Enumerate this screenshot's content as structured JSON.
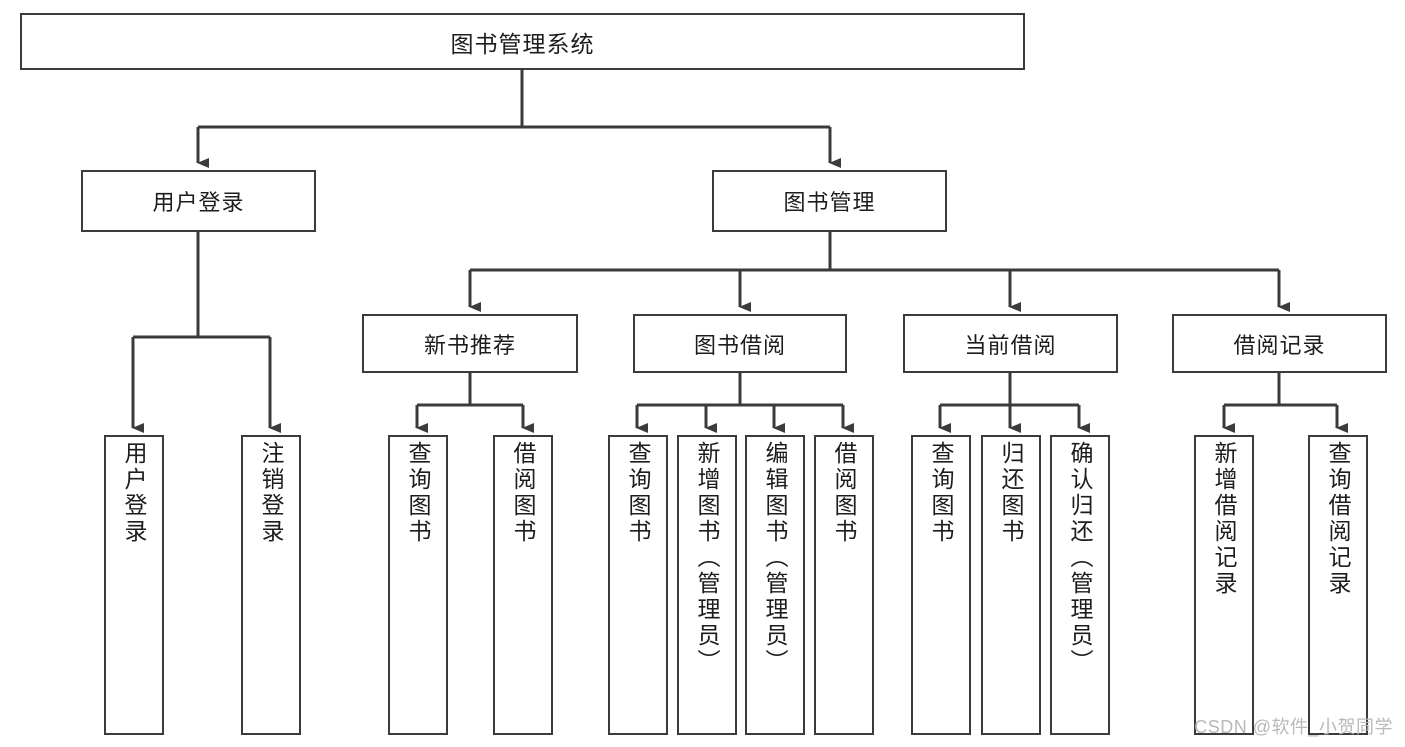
{
  "diagram": {
    "title": "图书管理系统",
    "type": "tree-hierarchy-diagram",
    "watermark": "CSDN @软件_小贺同学",
    "style": {
      "border_color": "#3b3b3b",
      "fill_color": "#ffffff",
      "text_color": "#1d1d1d",
      "background": "#ffffff",
      "watermark_color": "#b9b9b9"
    },
    "root": {
      "label": "图书管理系统"
    },
    "level2": [
      {
        "label": "用户登录"
      },
      {
        "label": "图书管理"
      }
    ],
    "level3": [
      {
        "label": "新书推荐"
      },
      {
        "label": "图书借阅"
      },
      {
        "label": "当前借阅"
      },
      {
        "label": "借阅记录"
      }
    ],
    "leaves": {
      "user_login": [
        {
          "label": "用户登录"
        },
        {
          "label": "注销登录"
        }
      ],
      "new_book": [
        {
          "label": "查询图书"
        },
        {
          "label": "借阅图书"
        }
      ],
      "book_borrow": [
        {
          "label": "查询图书"
        },
        {
          "label": "新增图书（管理员）"
        },
        {
          "label": "编辑图书（管理员）"
        },
        {
          "label": "借阅图书"
        }
      ],
      "current_borrow": [
        {
          "label": "查询图书"
        },
        {
          "label": "归还图书"
        },
        {
          "label": "确认归还（管理员）"
        }
      ],
      "borrow_record": [
        {
          "label": "新增借阅记录"
        },
        {
          "label": "查询借阅记录"
        }
      ]
    }
  }
}
